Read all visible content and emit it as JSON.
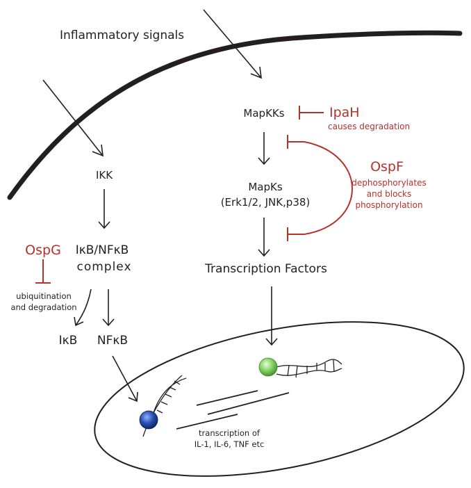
{
  "signals": "Inflammatory signals",
  "left_pathway": {
    "ikk": "IKK",
    "complex_line1": "IκB/NFκB",
    "complex_line2": "complex",
    "ikb": "IκB",
    "nfkb": "NFκB"
  },
  "right_pathway": {
    "mapkks": "MapKKs",
    "mapks_line1": "MapKs",
    "mapks_line2": "(Erk1/2, JNK,p38)",
    "transcription_factors": "Transcription Factors"
  },
  "inhibitors": {
    "ipah": {
      "name": "IpaH",
      "note": "causes degradation"
    },
    "ospf": {
      "name": "OspF",
      "note_line1": "dephosphorylates",
      "note_line2": "and blocks",
      "note_line3": "phosphorylation"
    },
    "ospg": {
      "name": "OspG",
      "note_line1": "ubiquitination",
      "note_line2": "and degradation"
    }
  },
  "nucleus": {
    "note_line1": "transcription of",
    "note_line2": "IL-1, IL-6, TNF etc"
  },
  "colors": {
    "ink": "#231f20",
    "inhibitor_red": "#b5312b",
    "blue_nucleosome": "#2a4fb0",
    "green_nucleosome": "#7ccd5a"
  }
}
